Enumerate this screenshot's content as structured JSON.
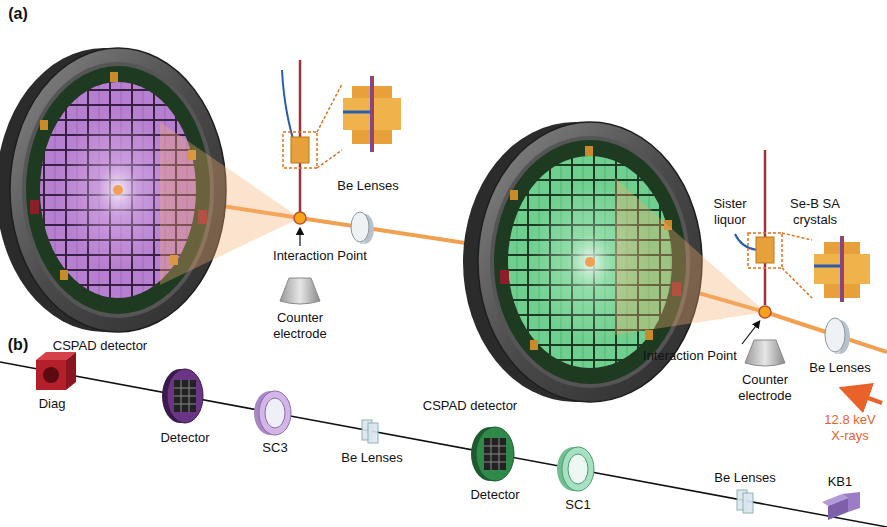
{
  "diagram": {
    "labels": [
      "(a)",
      "CSPAD detector",
      "Be Lenses",
      "Interaction Point",
      "Counter electrode",
      "Sister liquor",
      "Se-B SA crystals",
      "Be Lenses",
      "CSPAD detector",
      "Interaction Point",
      "Counter electrode",
      "12.8 keV X-rays",
      "(b)",
      "Diag",
      "Detector",
      "SC3",
      "Be Lenses",
      "Detector",
      "SC1",
      "Be Lenses",
      "KB1"
    ]
  }
}
